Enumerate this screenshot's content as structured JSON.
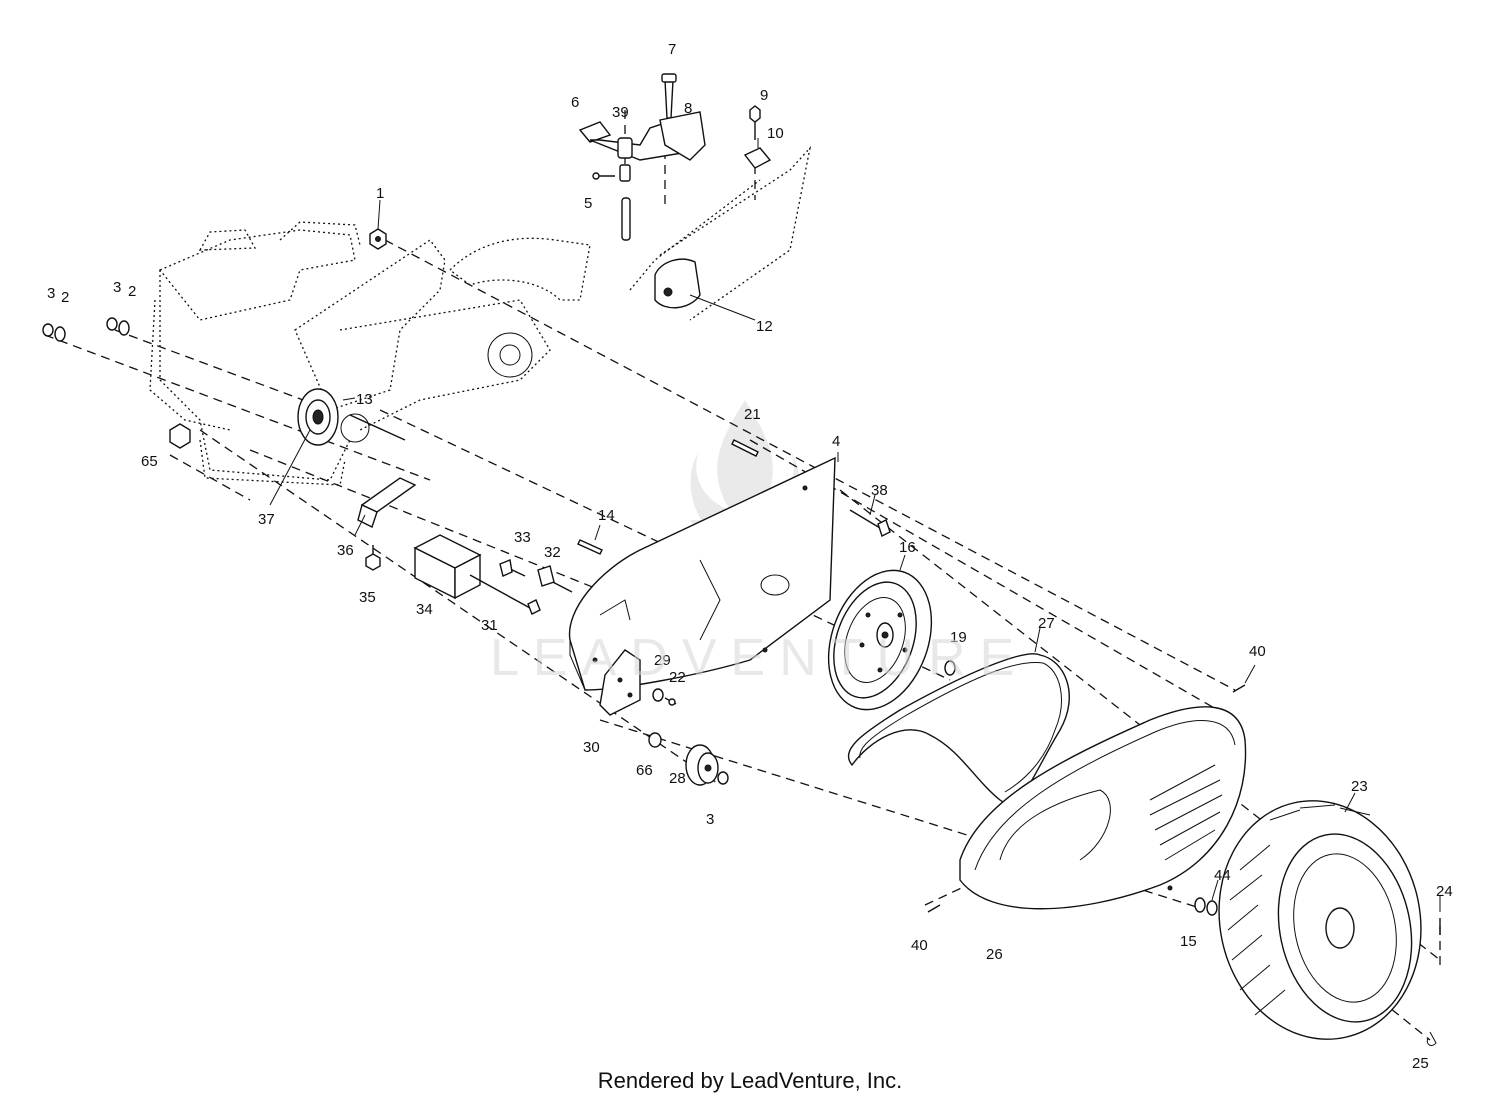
{
  "diagram": {
    "callouts": [
      "1",
      "2",
      "2",
      "3",
      "3",
      "3",
      "4",
      "5",
      "6",
      "7",
      "8",
      "9",
      "10",
      "12",
      "13",
      "14",
      "15",
      "16",
      "19",
      "21",
      "22",
      "23",
      "24",
      "25",
      "26",
      "27",
      "28",
      "29",
      "30",
      "31",
      "32",
      "33",
      "34",
      "35",
      "36",
      "37",
      "38",
      "39",
      "40",
      "40",
      "44",
      "65",
      "66"
    ]
  },
  "watermark": {
    "text": "LEADVENTURE"
  },
  "footer": {
    "text": "Rendered by LeadVenture, Inc."
  }
}
